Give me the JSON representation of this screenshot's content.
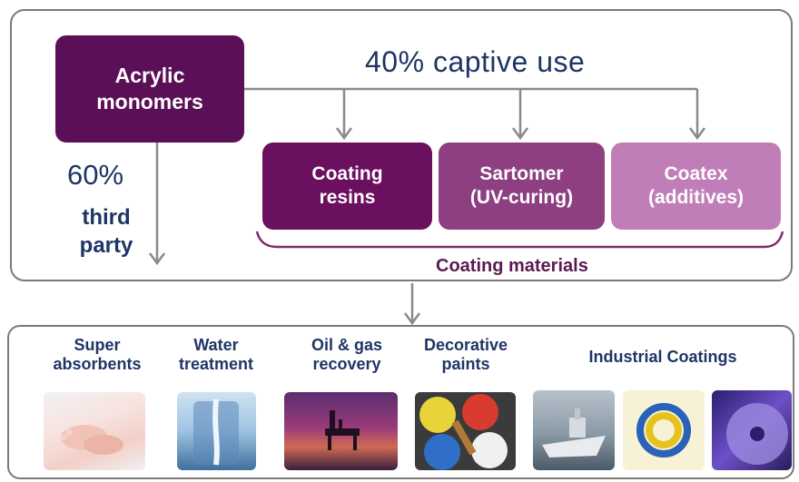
{
  "top": {
    "source": "Acrylic\nmonomers",
    "captive": "40% captive use",
    "third_pct": "60%",
    "third_label": "third\nparty",
    "boxes": [
      {
        "label": "Coating\nresins",
        "color": "#6b0f5f"
      },
      {
        "label": "Sartomer\n(UV-curing)",
        "color": "#8e3f82"
      },
      {
        "label": "Coatex\n(additives)",
        "color": "#c07eb8"
      }
    ],
    "group_label": "Coating materials"
  },
  "bottom": {
    "markets": [
      {
        "label": "Super\nabsorbents",
        "icon": "baby-feet-photo"
      },
      {
        "label": "Water\ntreatment",
        "icon": "water-glass-photo"
      },
      {
        "label": "Oil & gas\nrecovery",
        "icon": "oil-rig-photo"
      },
      {
        "label": "Decorative\npaints",
        "icon": "paint-cans-photo"
      }
    ],
    "industrial_label": "Industrial Coatings",
    "industrial_icons": [
      "ship-photo",
      "cables-photo",
      "cd-disc-photo"
    ]
  },
  "colors": {
    "dark_purple": "#5b0f56",
    "navy": "#1f3566",
    "arrow_gray": "#8a8a8a"
  }
}
